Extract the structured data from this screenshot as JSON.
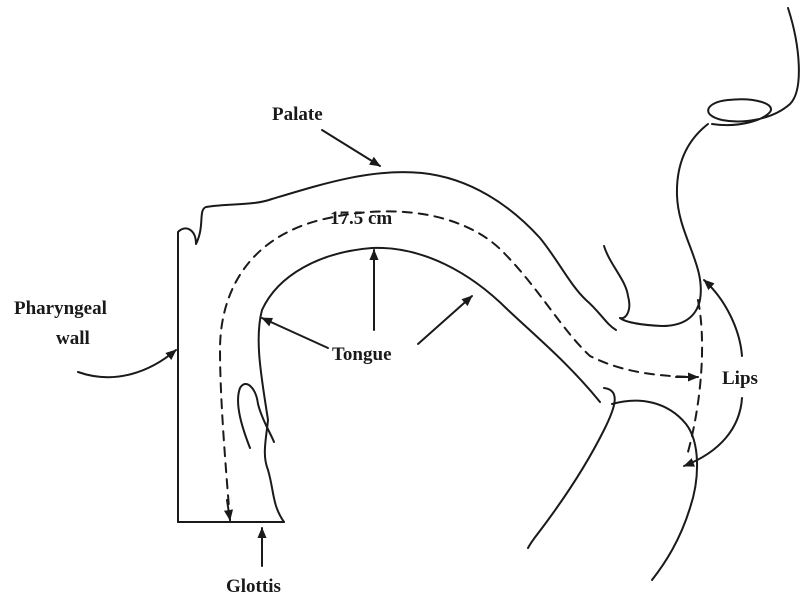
{
  "labels": {
    "palate": "Palate",
    "length": "17.5 cm",
    "pharyngeal_line1": "Pharyngeal",
    "pharyngeal_line2": "wall",
    "tongue": "Tongue",
    "lips": "Lips",
    "glottis": "Glottis"
  }
}
